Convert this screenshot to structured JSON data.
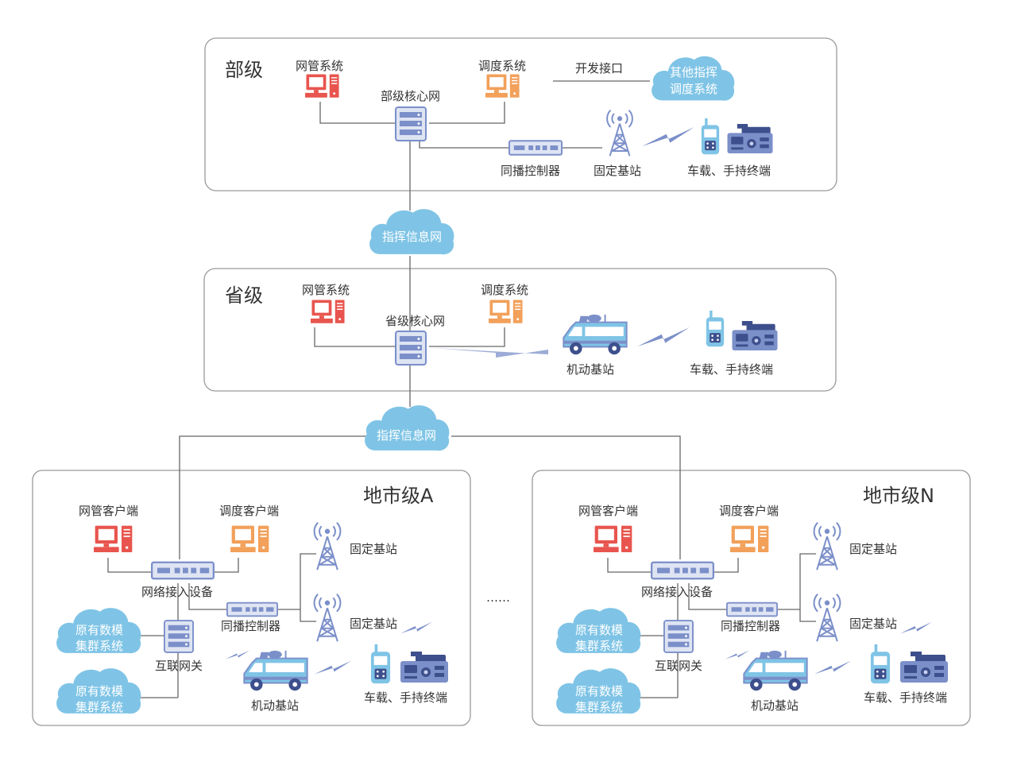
{
  "colors": {
    "red": "#e8554e",
    "orange": "#f2a05a",
    "blue": "#7b8fc9",
    "cloud": "#7fc4e6",
    "line": "#666666",
    "panel_border": "#9a9a9a"
  },
  "panels": {
    "ministry": {
      "title": "部级"
    },
    "province": {
      "title": "省级"
    },
    "city_a": {
      "title": "地市级A"
    },
    "city_n": {
      "title": "地市级N"
    }
  },
  "ministry": {
    "nms": "网管系统",
    "dispatch": "调度系统",
    "core": "部级核心网",
    "open_api": "开发接口",
    "other_cloud": [
      "其他指挥",
      "调度系统"
    ],
    "simulcast": "同播控制器",
    "base": "固定基站",
    "terminals": "车载、手持终端"
  },
  "command_net_1": "指挥信息网",
  "province": {
    "nms": "网管系统",
    "dispatch": "调度系统",
    "core": "省级核心网",
    "mobile_base": "机动基站",
    "terminals": "车载、手持终端"
  },
  "command_net_2": "指挥信息网",
  "city_a": {
    "nms_client": "网管客户端",
    "dispatch_client": "调度客户端",
    "access": "网络接入设备",
    "simulcast": "同播控制器",
    "base1": "固定基站",
    "base2": "固定基站",
    "gateway": "互联网关",
    "legacy1": [
      "原有数模",
      "集群系统"
    ],
    "legacy2": [
      "原有数模",
      "集群系统"
    ],
    "mobile_base": "机动基站",
    "terminals": "车载、手持终端"
  },
  "ellipsis": "……",
  "city_n": {
    "nms_client": "网管客户端",
    "dispatch_client": "调度客户端",
    "access": "网络接入设备",
    "simulcast": "同播控制器",
    "base1": "固定基站",
    "base2": "固定基站",
    "gateway": "互联网关",
    "legacy1": [
      "原有数模",
      "集群系统"
    ],
    "legacy2": [
      "原有数模",
      "集群系统"
    ],
    "mobile_base": "机动基站",
    "terminals": "车载、手持终端"
  }
}
